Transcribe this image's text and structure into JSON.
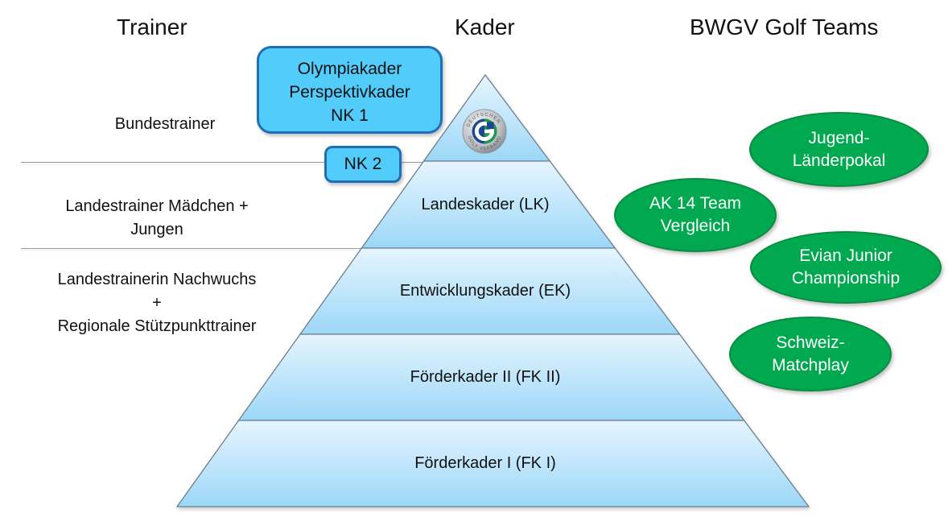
{
  "headers": {
    "trainer": "Trainer",
    "kader": "Kader",
    "teams": "BWGV Golf Teams"
  },
  "trainers": [
    {
      "lines": [
        "Bundestrainer"
      ]
    },
    {
      "lines": [
        "Landestrainer Mädchen +",
        "Jungen"
      ]
    },
    {
      "lines": [
        "Landestrainerin Nachwuchs",
        "+",
        "Regionale Stützpunkttrainer"
      ]
    }
  ],
  "national_kader": {
    "nk1": {
      "lines": [
        "Olympiakader",
        "Perspektivkader",
        "NK 1"
      ]
    },
    "nk2": "NK 2"
  },
  "logo": {
    "icon": "dgv-golf-logo-icon",
    "ring_text_top": "DEUTSCHER",
    "ring_text_bottom": "GOLF VERBAND",
    "letter": "G"
  },
  "pyramid": {
    "tiers": [
      {
        "label": ""
      },
      {
        "label": "Landeskader (LK)"
      },
      {
        "label": "Entwicklungskader (EK)"
      },
      {
        "label": "Förderkader II (FK II)"
      },
      {
        "label": "Förderkader I (FK I)"
      }
    ],
    "colors": {
      "light": "#e3f3fd",
      "dark": "#9dd8f8",
      "edge": "#6c7f8c"
    }
  },
  "teams": [
    {
      "lines": [
        "Jugend-",
        "Länderpokal"
      ]
    },
    {
      "lines": [
        "AK 14 Team",
        "Vergleich"
      ]
    },
    {
      "lines": [
        "Evian Junior",
        "Championship"
      ]
    },
    {
      "lines": [
        "Schweiz-",
        "Matchplay"
      ]
    }
  ],
  "colors": {
    "team_green": "#00a94f",
    "nk_blue": "#52ccfb",
    "nk_border": "#1e6fb5"
  }
}
